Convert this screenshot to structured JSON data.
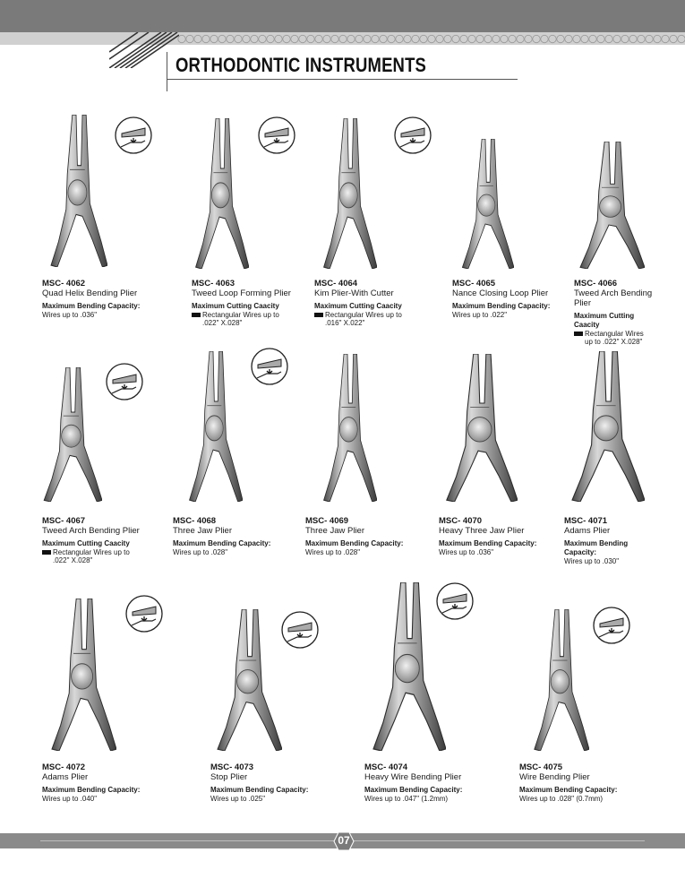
{
  "header": {
    "title": "ORTHODONTIC INSTRUMENTS"
  },
  "icons": {
    "capacity": "wire-capacity-icon",
    "plier": "plier-photo-icon"
  },
  "products": [
    {
      "code": "MSC- 4062",
      "name": "Quad Helix Bending Plier",
      "cap": "Maximum Bending Capacity:",
      "lines": [
        "Wires up to .036\""
      ]
    },
    {
      "code": "MSC- 4063",
      "name": "Tweed Loop Forming Plier",
      "cap": "Maximum Cutting Caacity",
      "lines": [
        "Rectangular Wires up to",
        ".022\" X.028\""
      ]
    },
    {
      "code": "MSC- 4064",
      "name": "Kim Plier-With Cutter",
      "cap": "Maximum Cutting Caacity",
      "lines": [
        "Rectangular Wires up to",
        ".016\" X.022\""
      ]
    },
    {
      "code": "MSC- 4065",
      "name": "Nance Closing Loop Plier",
      "cap": "Maximum Bending Capacity:",
      "lines": [
        "Wires up to .022\""
      ]
    },
    {
      "code": "MSC- 4066",
      "name": "Tweed Arch Bending Plier",
      "cap": "Maximum Cutting Caacity",
      "lines": [
        "Rectangular Wires",
        "up to .022\" X.028\""
      ]
    },
    {
      "code": "MSC- 4067",
      "name": "Tweed Arch Bending Plier",
      "cap": "Maximum Cutting Caacity",
      "lines": [
        "Rectangular Wires up to",
        ".022\" X.028\""
      ]
    },
    {
      "code": "MSC- 4068",
      "name": "Three Jaw Plier",
      "cap": "Maximum Bending Capacity:",
      "lines": [
        "Wires up to .028\""
      ]
    },
    {
      "code": "MSC- 4069",
      "name": "Three Jaw Plier",
      "cap": "Maximum Bending Capacity:",
      "lines": [
        "Wires up to .028\""
      ]
    },
    {
      "code": "MSC- 4070",
      "name": "Heavy Three Jaw Plier",
      "cap": "Maximum Bending Capacity:",
      "lines": [
        "Wires up to .036\""
      ]
    },
    {
      "code": "MSC- 4071",
      "name": "Adams Plier",
      "cap": "Maximum Bending Capacity:",
      "lines": [
        "Wires up to .030\""
      ]
    },
    {
      "code": "MSC- 4072",
      "name": "Adams Plier",
      "cap": "Maximum Bending Capacity:",
      "lines": [
        "Wires up to .040\""
      ]
    },
    {
      "code": "MSC- 4073",
      "name": "Stop Plier",
      "cap": "Maximum Bending Capacity:",
      "lines": [
        "Wires up to .025\""
      ]
    },
    {
      "code": "MSC- 4074",
      "name": "Heavy Wire Bending Plier",
      "cap": "Maximum Bending Capacity:",
      "lines": [
        "Wires up to .047\" (1.2mm)"
      ]
    },
    {
      "code": "MSC- 4075",
      "name": "Wire Bending Plier",
      "cap": "Maximum Bending Capacity:",
      "lines": [
        "Wires up to .028\" (0.7mm)"
      ]
    }
  ],
  "footer": {
    "page": "07"
  }
}
